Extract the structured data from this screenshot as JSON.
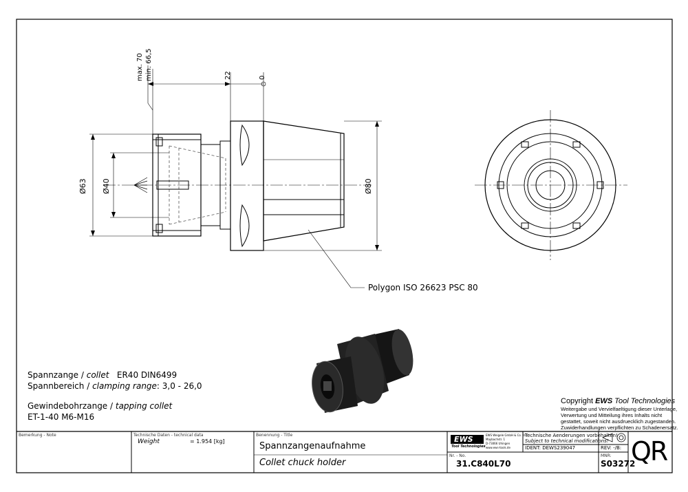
{
  "dimensions": {
    "max": "max. 70",
    "min": "min. 66,5",
    "d22": "22",
    "d0": "0",
    "d63": "Ø63",
    "d40": "Ø40",
    "d80": "Ø80"
  },
  "callout": "Polygon ISO 26623 PSC 80",
  "specs": {
    "line1_de": "Spannzange / ",
    "line1_en": "collet",
    "line1_val": "ER40   DIN6499",
    "line2_de": "Spannbereich / ",
    "line2_en": "clamping range",
    "line2_val": ": 3,0 - 26,0",
    "line3_de": "Gewindebohrzange / ",
    "line3_en": "tapping collet",
    "line4": "ET-1-40  M6-M16"
  },
  "copyright": {
    "title_prefix": "Copyright ",
    "title_brand": "EWS",
    "title_suffix": " Tool Technologies",
    "lines": [
      "Weitergabe und Vervielfaeltigung dieser Unterlage,",
      "Verwertung und Mitteilung ihres Inhalts nicht",
      "gestattet, soweit nicht ausdruecklich zugestanden.",
      "Zuwiderhandlungen verpflichten zu Schadenersatz."
    ]
  },
  "titleblock": {
    "note_label": "Bemerkung - Note",
    "tech_label": "Technische Daten - technical data",
    "weight_label": "Weight",
    "weight_value": "=  1.954 [kg]",
    "title_label": "Benennung - Title",
    "title_de": "Spannzangenaufnahme",
    "title_en": "Collet chuck holder",
    "logo": "EWS",
    "logo_sub": "Tool Technologies",
    "company_lines": [
      "EWS Weigele GmbH & Co. KG",
      "Maybachstr. 1",
      "D-73066 Uhingen",
      "www.ews-tools.de"
    ],
    "changes_de": "Technische Aenderungen vorbehalten!",
    "changes_en": "Subject to technical modifications!",
    "ident": "IDENT: DEWS239047",
    "rev": "REV: -/B:",
    "nr_label": "Nr. - No.",
    "nr_value": "31.C840L70",
    "mnr_label": "MNR:",
    "mnr_value": "S03272",
    "qr": "QR"
  },
  "colors": {
    "line": "#000000",
    "hidden": "#555555",
    "render": "#1e1e1e"
  }
}
